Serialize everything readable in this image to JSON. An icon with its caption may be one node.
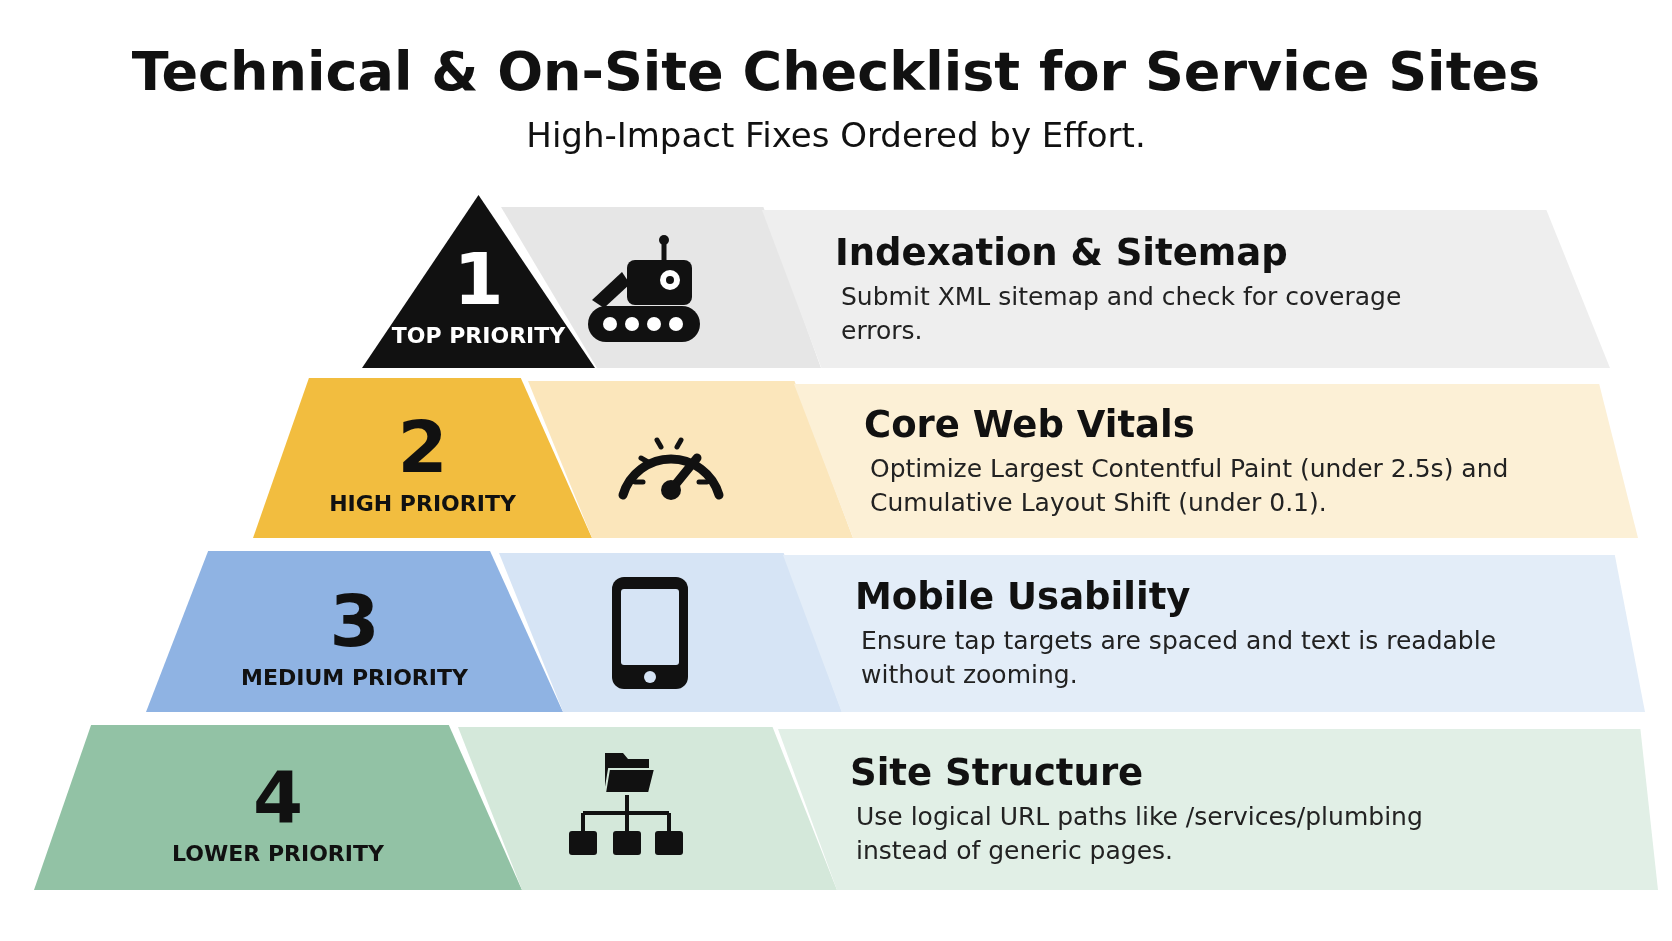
{
  "diagram": {
    "title": "Technical & On-Site Checklist for Service Sites",
    "caption": "High-Impact Fixes Ordered by Effort.",
    "nodes": [
      {
        "text": [
          "1",
          "TOP PRIORITY"
        ]
      },
      {
        "text": [],
        "shape": "band"
      },
      {
        "text": [
          "Indexation & Sitemap",
          "Submit XML sitemap and check for coverage errors."
        ]
      },
      {
        "text": [
          "2",
          "HIGH PRIORITY"
        ]
      },
      {
        "text": [],
        "shape": "band"
      },
      {
        "text": [
          "Core Web Vitals",
          "Optimize Largest Contentful Paint (under 2.5s) and Cumulative Layout Shift (under 0.1)."
        ]
      },
      {
        "text": [
          "3",
          "MEDIUM PRIORITY"
        ]
      },
      {
        "text": [],
        "shape": "band"
      },
      {
        "text": [
          "Mobile Usability",
          "Ensure tap targets are spaced and text is readable without zooming."
        ]
      },
      {
        "text": [
          "4",
          "LOWER PRIORITY"
        ]
      },
      {
        "text": [],
        "shape": "band"
      },
      {
        "text": [
          "Site Structure",
          "Use logical URL paths like /services/plumbing instead of generic pages."
        ]
      }
    ]
  }
}
